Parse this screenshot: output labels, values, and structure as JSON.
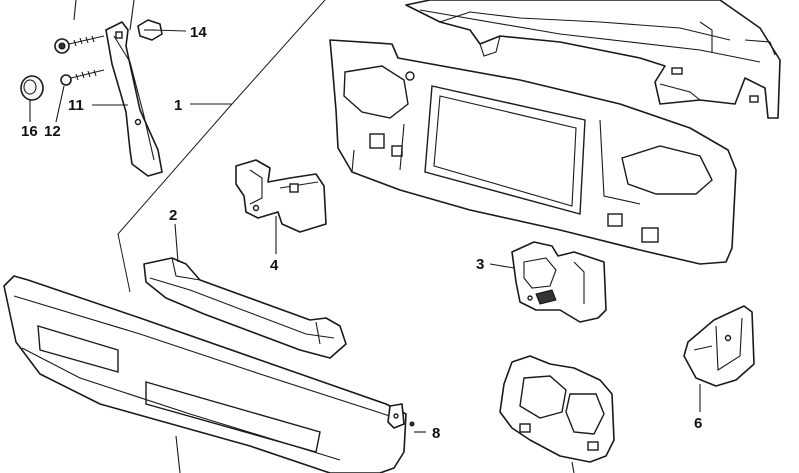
{
  "callouts": [
    {
      "id": "14",
      "label": "14"
    },
    {
      "id": "16",
      "label": "16"
    },
    {
      "id": "12",
      "label": "12"
    },
    {
      "id": "11",
      "label": "11"
    },
    {
      "id": "1",
      "label": "1"
    },
    {
      "id": "2",
      "label": "2"
    },
    {
      "id": "4",
      "label": "4"
    },
    {
      "id": "3",
      "label": "3"
    },
    {
      "id": "6",
      "label": "6"
    },
    {
      "id": "8",
      "label": "8"
    }
  ],
  "colors": {
    "ink": "#1a1a1a",
    "paper": "#ffffff"
  }
}
